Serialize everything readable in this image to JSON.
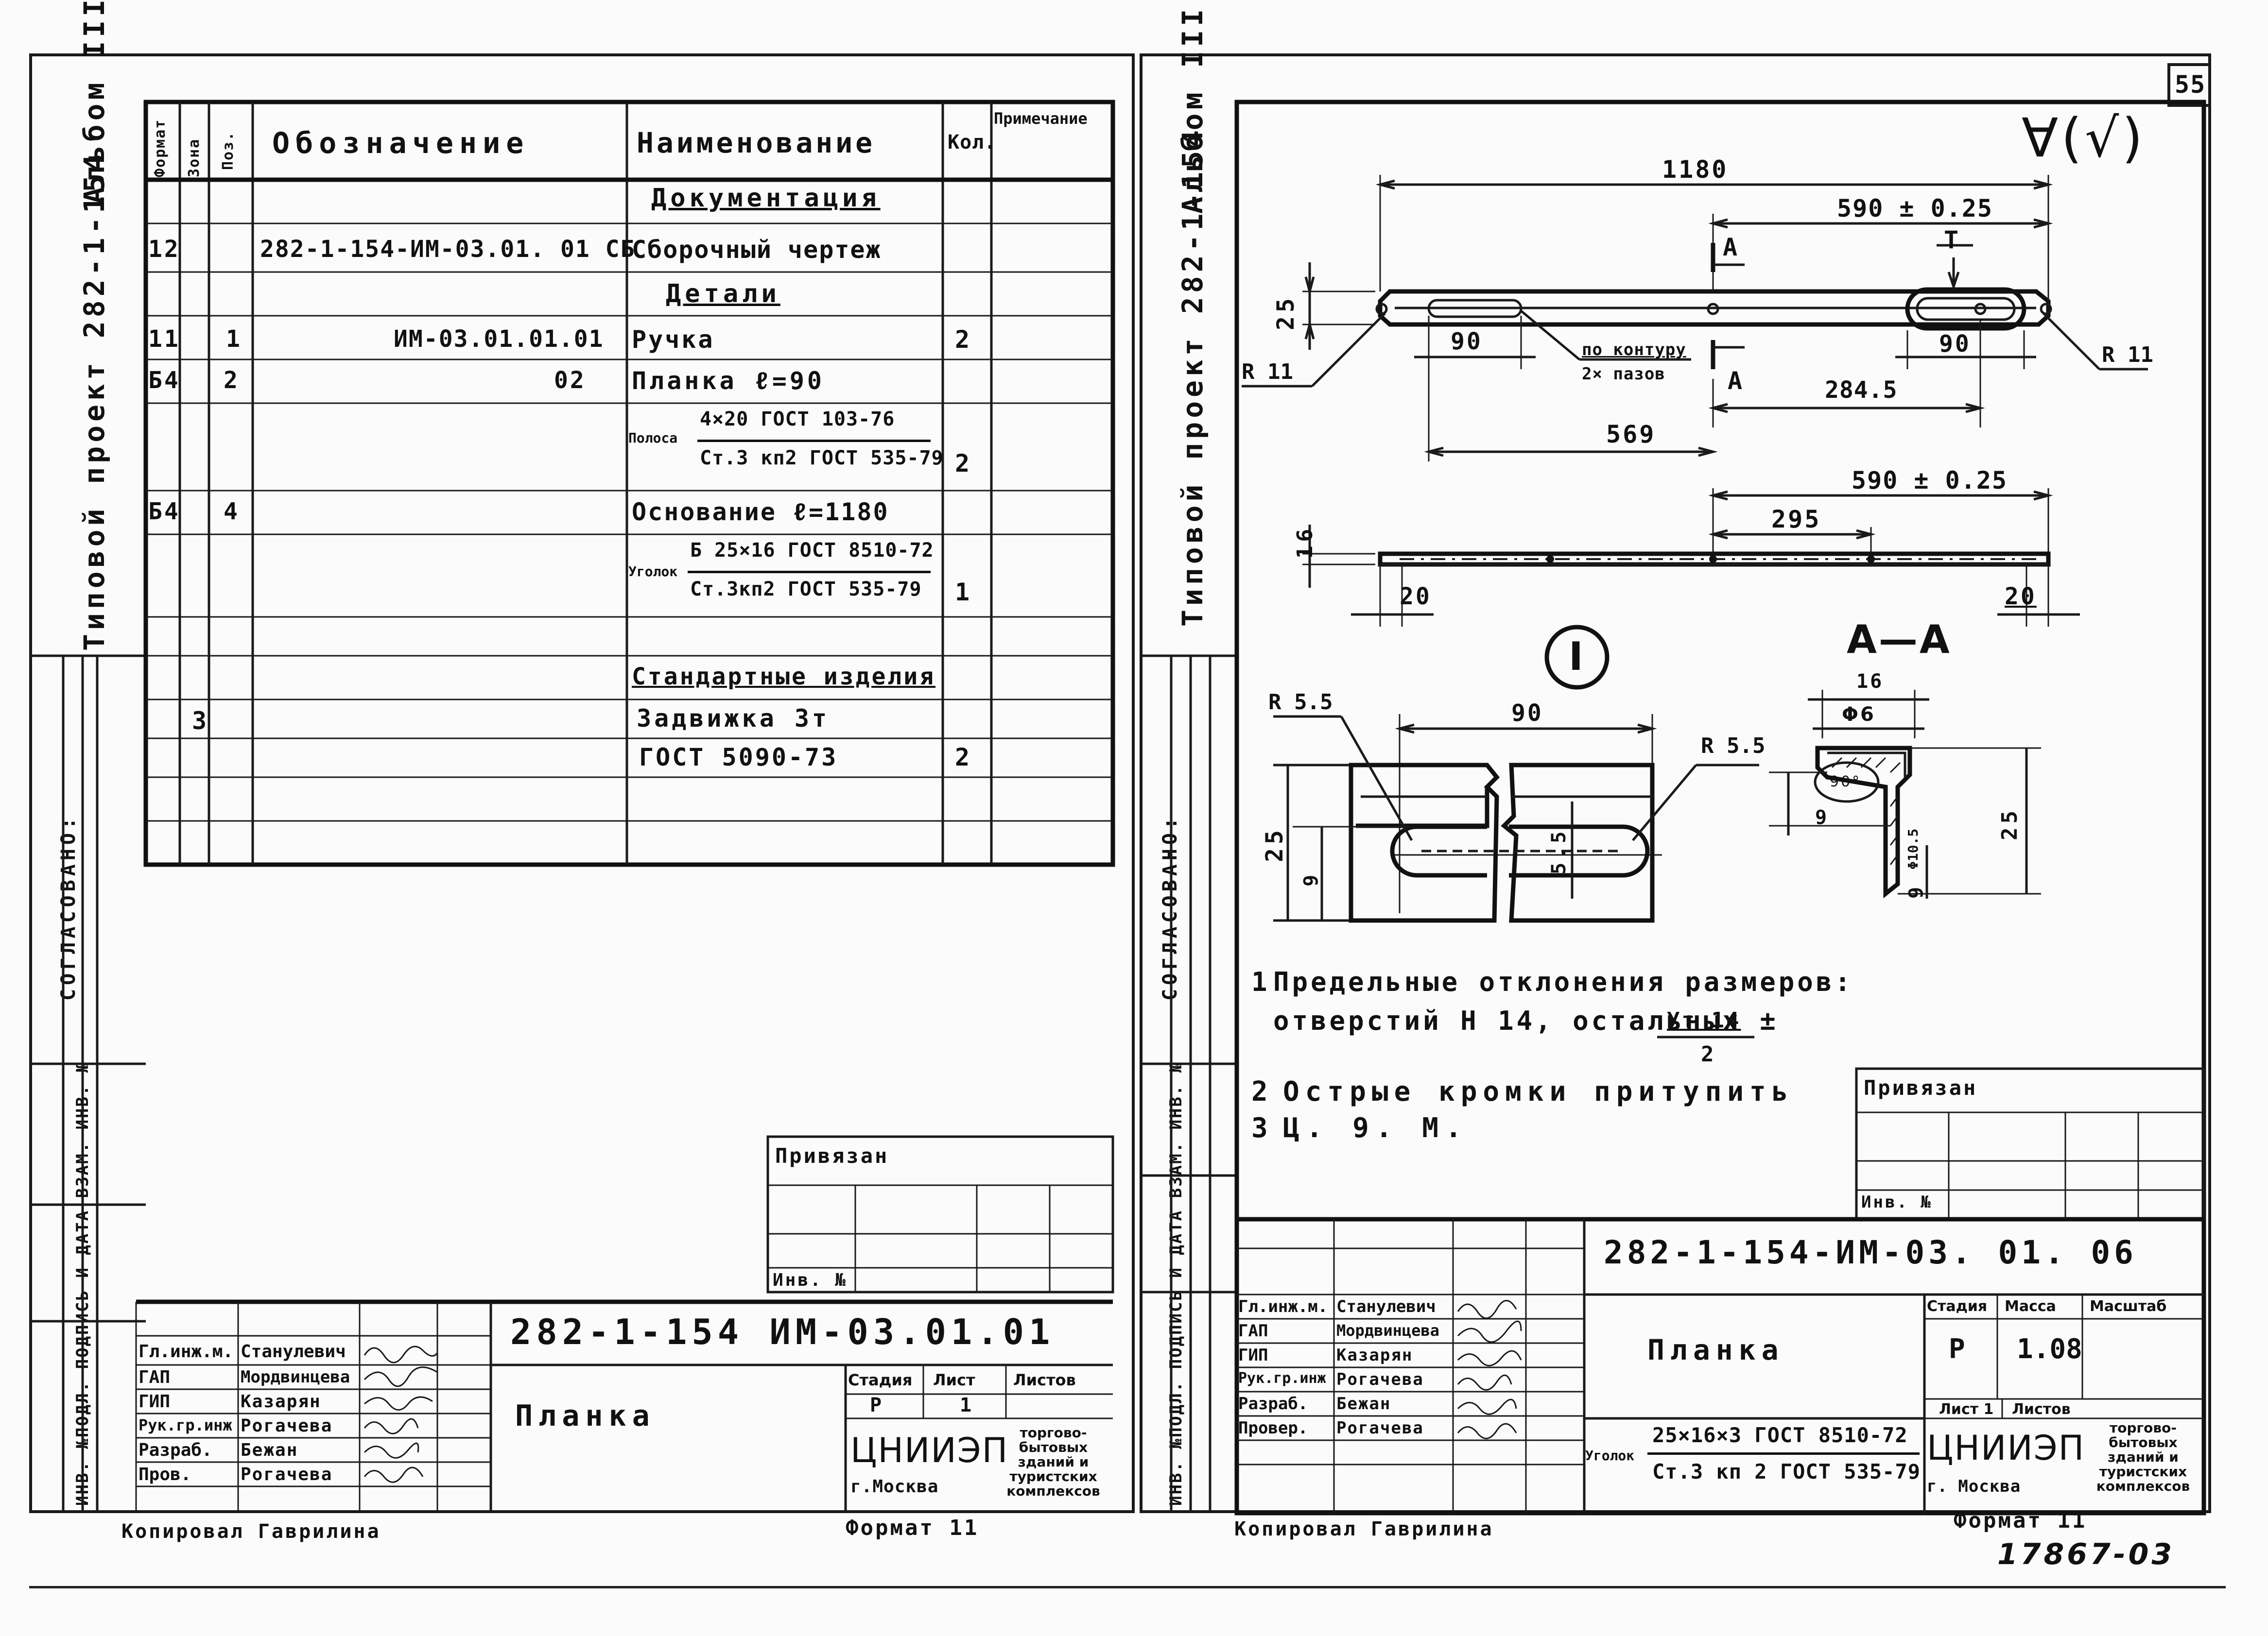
{
  "sheet_number": "55",
  "left": {
    "album_label": "Альбом III",
    "project_label": "Типовой проект 282-1-154",
    "side_approved": "СОГЛАСОВАНО:",
    "side_inv_stack": "ИНВ. №ПОДЛ. ПОДПИСЬ И ДАТА ВЗАМ. ИНВ. №",
    "headers": {
      "format": "Формат",
      "zone": "Зона",
      "pos": "Поз.",
      "designation": "Обозначение",
      "name": "Наименование",
      "qty": "Кол.",
      "note": "Примечание"
    },
    "rows": [
      {
        "format": "",
        "zone": "",
        "pos": "",
        "designation": "",
        "name": "Документация",
        "qty": "",
        "note": "",
        "underline": true
      },
      {
        "format": "12",
        "zone": "",
        "pos": "",
        "designation": "282-1-154-ИМ-03.01. 01 СБ",
        "name": "Сборочный чертеж",
        "qty": "",
        "note": ""
      },
      {
        "format": "",
        "zone": "",
        "pos": "",
        "designation": "",
        "name": "Детали",
        "qty": "",
        "note": "",
        "underline": true
      },
      {
        "format": "11",
        "zone": "",
        "pos": "1",
        "designation": "ИМ-03.01.01.01",
        "name": "Ручка",
        "qty": "2",
        "note": ""
      },
      {
        "format": "Б4",
        "zone": "",
        "pos": "2",
        "designation": "02",
        "name": "Планка    ℓ=90",
        "qty": "",
        "note": ""
      },
      {
        "format": "",
        "zone": "",
        "pos": "",
        "designation": "",
        "name": "",
        "qty": "2",
        "note": "",
        "frac": {
          "prefix": "Полоса",
          "top": "4×20 ГОСТ 103-76",
          "bottom": "Ст.3 кп2 ГОСТ 535-79"
        }
      },
      {
        "format": "Б4",
        "zone": "",
        "pos": "4",
        "designation": "",
        "name": "Основание  ℓ=1180",
        "qty": "",
        "note": ""
      },
      {
        "format": "",
        "zone": "",
        "pos": "",
        "designation": "",
        "name": "",
        "qty": "1",
        "note": "",
        "frac": {
          "prefix": "Уголок",
          "top": "Б 25×16 ГОСТ 8510-72",
          "bottom": "Ст.3кп2 ГОСТ 535-79"
        }
      },
      {
        "format": "",
        "zone": "",
        "pos": "",
        "designation": "",
        "name": "",
        "qty": "",
        "note": ""
      },
      {
        "format": "",
        "zone": "",
        "pos": "",
        "designation": "",
        "name": "Стандартные изделия",
        "qty": "",
        "note": "",
        "underline": true
      },
      {
        "format": "",
        "zone": "3",
        "pos": "",
        "designation": "",
        "name": "Задвижка   3т",
        "qty": "",
        "note": ""
      },
      {
        "format": "",
        "zone": "",
        "pos": "",
        "designation": "",
        "name": "ГОСТ 5090-73",
        "qty": "2",
        "note": ""
      },
      {
        "format": "",
        "zone": "",
        "pos": "",
        "designation": "",
        "name": "",
        "qty": "",
        "note": ""
      },
      {
        "format": "",
        "zone": "",
        "pos": "",
        "designation": "",
        "name": "",
        "qty": "",
        "note": ""
      }
    ],
    "bound_label": "Привязан",
    "inv_no_label": "Инв. №",
    "code": "282-1-154  ИМ-03.01.01",
    "title": "Планка",
    "stage_header": "Стадия",
    "sheet_header": "Лист",
    "sheets_header": "Листов",
    "stage_value": "Р",
    "sheet_value": "1",
    "org": "ЦНИИЭП",
    "org_city": "г.Москва",
    "org_detail": "торгово-бытовых зданий и туристских комплексов",
    "signatures": [
      {
        "role": "Гл.инж.м.",
        "name": "Станулевич"
      },
      {
        "role": "ГАП",
        "name": "Мордвинцева"
      },
      {
        "role": "ГИП",
        "name": "Казарян"
      },
      {
        "role": "Рук.гр.инж",
        "name": "Рогачева"
      },
      {
        "role": "Разраб.",
        "name": "Бежан"
      },
      {
        "role": "Пров.",
        "name": "Рогачева"
      }
    ],
    "copied": "Копировал  Гаврилина",
    "format_label": "Формат  11"
  },
  "right": {
    "album_label": "Альбом III",
    "project_label": "Типовой проект 282-1-154",
    "side_approved": "СОГЛАСОВАНО:",
    "side_inv_stack": "ИНВ. №ПОДЛ. ПОДПИСЬ И ДАТА ВЗАМ. ИНВ. №",
    "roughness": "∀(√)",
    "dims": {
      "total": "1180",
      "half_tol": "590 ± 0.25",
      "section_a": "А",
      "view_t": "Т",
      "h25": "25",
      "d90_left": "90",
      "d90_right": "90",
      "contour_1": "по контуру",
      "contour_2": "2× пазов",
      "d284": "284.5",
      "d569": "569",
      "r11_left": "R 11",
      "r11_right": "R 11",
      "half_tol_2": "590 ± 0.25",
      "d295": "295",
      "h16": "16",
      "d20_left": "20",
      "d20_right": "20",
      "detail_mark": "I",
      "aa": "А—А",
      "r55_left": "R 5.5",
      "r55_right": "R 5.5",
      "d90_detail": "90",
      "h25_detail": "25",
      "h9_detail": "9",
      "w55_detail": "5.5",
      "s16": "16",
      "phi6": "Φ6",
      "angle90": "90°",
      "s9": "9",
      "phi_small": "Φ10.5",
      "s25": "25",
      "s9b": "9"
    },
    "notes": [
      {
        "num": "1",
        "text": "Предельные отклонения размеров:"
      },
      {
        "num": "",
        "text": "отверстий Н 14, остальных ±"
      },
      {
        "num": "2",
        "text": "Острые кромки притупить"
      },
      {
        "num": "3",
        "text": "Ц. 9. М."
      }
    ],
    "it_top": "Ут 14",
    "it_bottom": "2",
    "bound_label": "Привязан",
    "inv_no_label": "Инв. №",
    "code": "282-1-154-ИМ-03. 01. 06",
    "title": "Планка",
    "stage_header": "Стадия",
    "mass_header": "Масса",
    "scale_header": "Масштаб",
    "stage_value": "Р",
    "mass_value": "1.08",
    "sheet_header": "Лист 1",
    "sheets_header": "Листов",
    "material_prefix": "Уголок",
    "material_top": "25×16×3 ГОСТ 8510-72",
    "material_bottom": "Ст.3 кп 2 ГОСТ 535-79",
    "org": "ЦНИИЭП",
    "org_city": "г. Москва",
    "org_detail": "торгово-бытовых зданий и туристских комплексов",
    "signatures": [
      {
        "role": "Гл.инж.м.",
        "name": "Станулевич"
      },
      {
        "role": "ГАП",
        "name": "Мордвинцева"
      },
      {
        "role": "ГИП",
        "name": "Казарян"
      },
      {
        "role": "Рук.гр.инж",
        "name": "Рогачева"
      },
      {
        "role": "Разраб.",
        "name": "Бежан"
      },
      {
        "role": "Провер.",
        "name": "Рогачева"
      }
    ],
    "copied": "Копировал  Гаврилина",
    "format_label": "Формат  11",
    "archive_no": "17867-03"
  }
}
